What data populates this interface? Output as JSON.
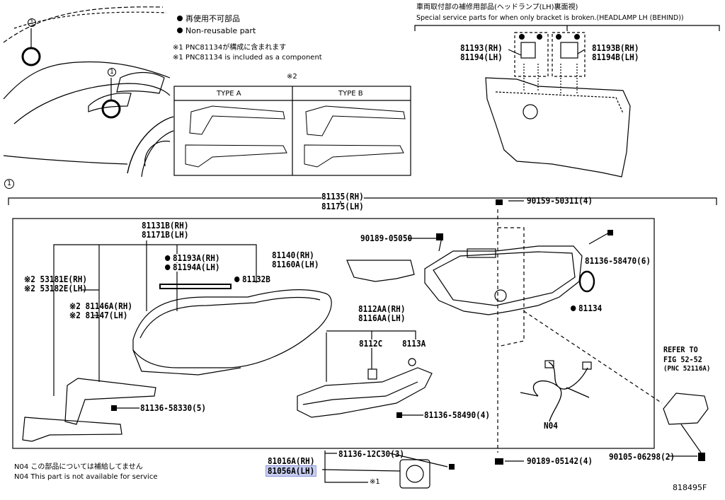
{
  "legend": {
    "nonreusable_jp": "再使用不可部品",
    "nonreusable_en": "Non-reusable part",
    "note1_jp": "※1 PNC81134が構成に含まれます",
    "note1_en": "※1 PNC81134 is included as a component",
    "note2_mark": "※2",
    "type_a": "TYPE A",
    "type_b": "TYPE B"
  },
  "special": {
    "title_jp": "車両取付部の補修用部品(ヘッドランプ(LH)裏面視)",
    "title_en": "Special service parts for when only bracket is broken.(HEADLAMP LH (BEHIND))",
    "left_rh": "81193(RH)",
    "left_lh": "81194(LH)",
    "right_rh": "81193B(RH)",
    "right_lh": "81194B(LH)"
  },
  "callouts": {
    "c1": "1",
    "c1b": "1",
    "c1c": "1"
  },
  "parts": {
    "p81135_rh": "81135(RH)",
    "p81175_lh": "81175(LH)",
    "p81131b": "81131B(RH)",
    "p81171b": "81171B(LH)",
    "p81193a": "81193A(RH)",
    "p81194a": "81194A(LH)",
    "p81132b": "81132B",
    "p53181e": "53181E(RH)",
    "p53182e": "53182E(LH)",
    "p81146a": "81146A(RH)",
    "p81147": "81147(LH)",
    "mark2": "※2",
    "p81136_58330": "81136-58330(5)",
    "p81140": "81140(RH)",
    "p81160a": "81160A(LH)",
    "p90189_05050": "90189-05050",
    "p90159": "90159-50311(4)",
    "p81136_58470": "81136-58470(6)",
    "p81134": "81134",
    "p8112aa": "8112AA(RH)",
    "p8116aa": "8116AA(LH)",
    "p8112c": "8112C",
    "p8113a": "8113A",
    "p81136_58490": "81136-58490(4)",
    "pN04": "N04",
    "refer1": "REFER TO",
    "refer2": "FIG 52-52",
    "refer3": "(PNC 52116A)",
    "p90105": "90105-06298(2)",
    "p90189_05142": "90189-05142(4)",
    "p81016a": "81016A(RH)",
    "p81056a": "81056A(LH)",
    "p81136_12c30": "81136-12C30(3)",
    "mark1": "※1"
  },
  "footer": {
    "n04_jp": "N04  この部品については補給してません",
    "n04_en": "N04  This part is not available for service",
    "fig_no": "818495F"
  }
}
